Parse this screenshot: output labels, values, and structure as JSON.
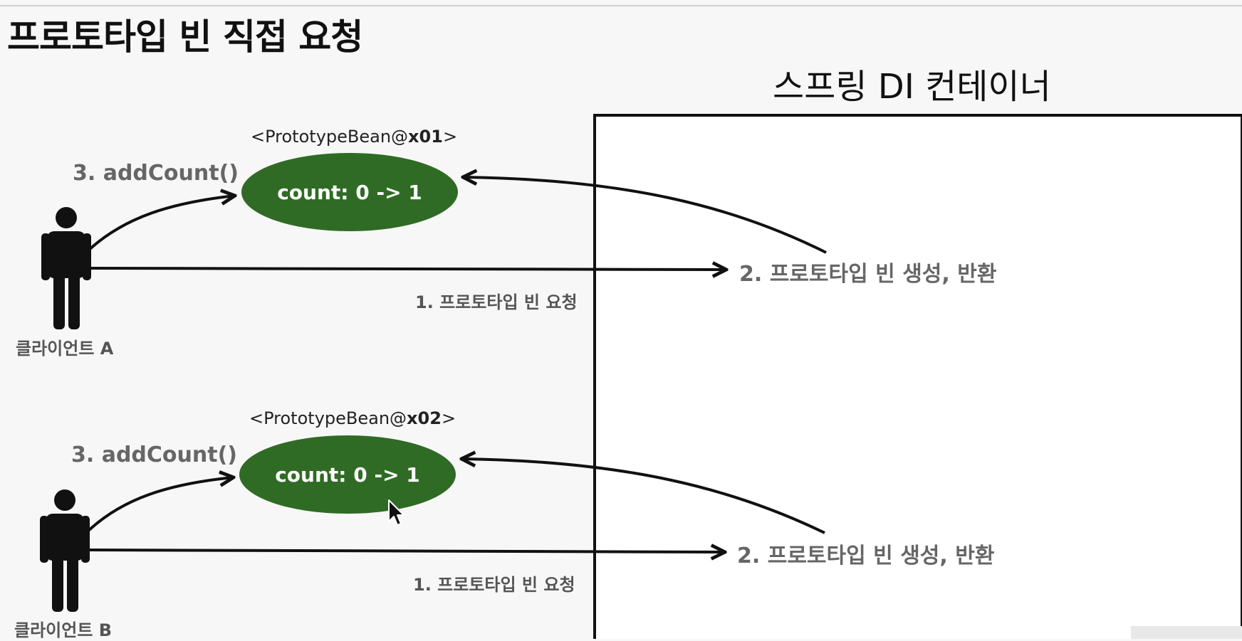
{
  "title": "프로토타입 빈 직접 요청",
  "container": {
    "label": "스프링 DI 컨테이너"
  },
  "colors": {
    "bean_fill": "#2f6b24",
    "stroke": "#111111",
    "container_bg": "#ffffff",
    "page_bg": "#f7f7f7"
  },
  "icons": {
    "client": "person-icon",
    "cursor": "mouse-cursor-icon"
  },
  "clients": [
    {
      "label": "클라이언트 A",
      "bean_prefix": "<PrototypeBean@",
      "bean_id": "x01",
      "bean_suffix": ">",
      "bean_text": "count: 0 -> 1",
      "step1": "1. 프로토타입 빈 요청",
      "step2": "2. 프로토타입 빈 생성, 반환",
      "step3": "3. addCount()"
    },
    {
      "label": "클라이언트 B",
      "bean_prefix": "<PrototypeBean@",
      "bean_id": "x02",
      "bean_suffix": ">",
      "bean_text": "count: 0 -> 1",
      "step1": "1. 프로토타입 빈 요청",
      "step2": "2. 프로토타입 빈 생성, 반환",
      "step3": "3. addCount()"
    }
  ]
}
